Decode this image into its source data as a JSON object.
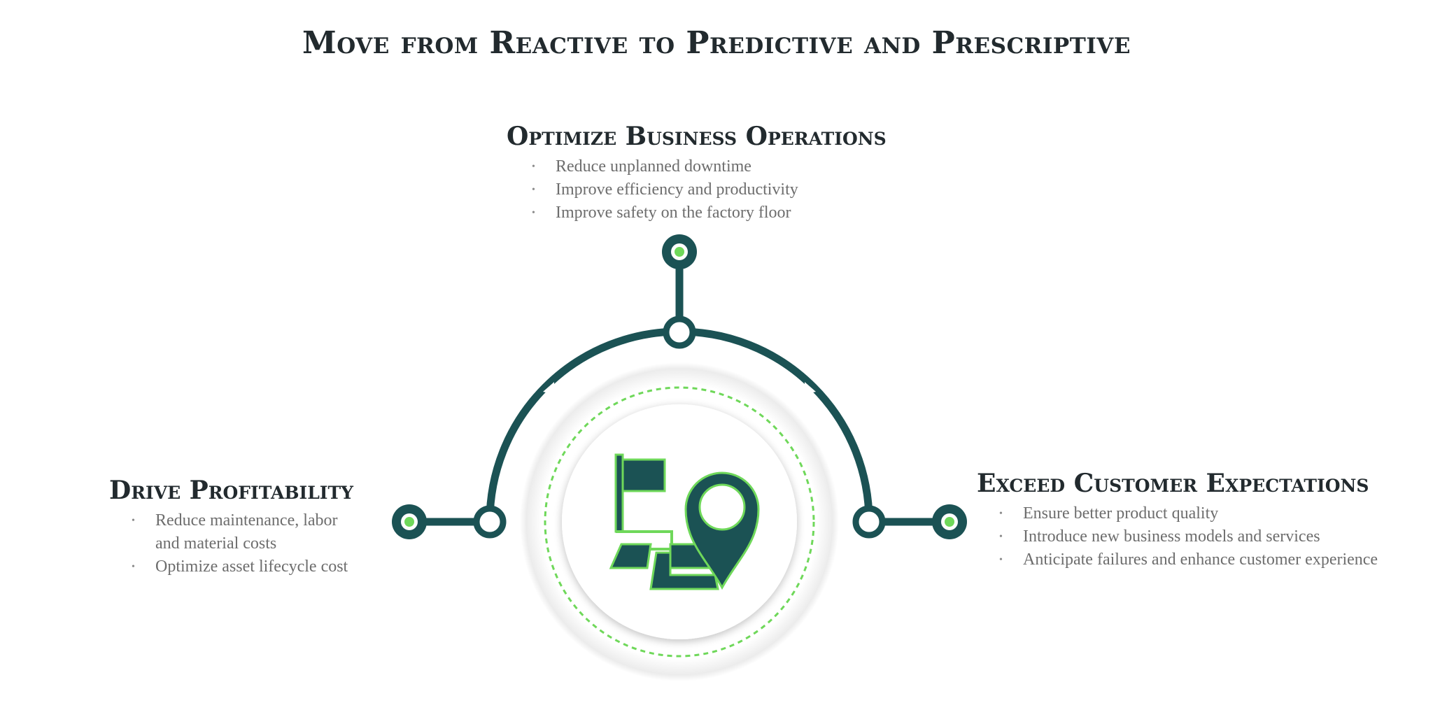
{
  "title": "Move from Reactive to Predictive and Prescriptive",
  "sections": {
    "top": {
      "heading": "Optimize Business Operations",
      "bullets": [
        "Reduce unplanned downtime",
        "Improve efficiency and productivity",
        "Improve safety on the factory floor"
      ]
    },
    "left": {
      "heading": "Drive Profitability",
      "bullets": [
        "Reduce maintenance, labor",
        "and material costs",
        "Optimize asset lifecycle cost"
      ]
    },
    "right": {
      "heading": "Exceed Customer Expectations",
      "bullets": [
        "Ensure better product quality",
        "Introduce new business models and services",
        "Anticipate failures and enhance customer experience"
      ]
    }
  },
  "colors": {
    "dark_teal": "#1b5254",
    "accent_green": "#6fd85a",
    "heading": "#222a2e",
    "body_text": "#6d6d6d"
  },
  "icons": [
    "flag-icon",
    "map-pin-icon",
    "road-path-icon"
  ]
}
